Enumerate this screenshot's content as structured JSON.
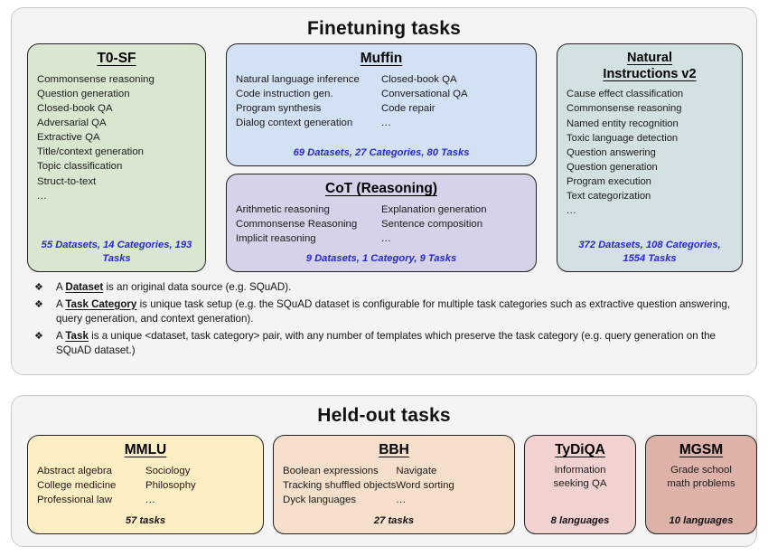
{
  "finetuning": {
    "title": "Finetuning tasks",
    "cards": [
      {
        "name": "t0-sf",
        "title": "T0-SF",
        "color": "#d9e7d1",
        "items_col1": [
          "Commonsense reasoning",
          "Question generation",
          "Closed-book QA",
          "Adversarial QA",
          "Extractive QA",
          "Title/context generation",
          "Topic classification",
          "Struct-to-text",
          "..."
        ],
        "stat": "55 Datasets, 14 Categories, 193 Tasks"
      },
      {
        "name": "muffin",
        "title": "Muffin",
        "color": "#d3e1f4",
        "items_col1": [
          "Natural language inference",
          "Code instruction gen.",
          "Program synthesis",
          "Dialog context generation"
        ],
        "items_col2": [
          "Closed-book QA",
          "Conversational QA",
          "Code repair",
          "..."
        ],
        "stat": "69 Datasets, 27 Categories, 80 Tasks"
      },
      {
        "name": "cot-reasoning",
        "title": "CoT (Reasoning)",
        "color": "#d6d2ea",
        "items_col1": [
          "Arithmetic reasoning",
          "Commonsense Reasoning",
          "Implicit reasoning"
        ],
        "items_col2": [
          "Explanation generation",
          "Sentence composition",
          "..."
        ],
        "stat": "9 Datasets, 1 Category, 9 Tasks"
      },
      {
        "name": "natural-instructions-v2",
        "title_line1": "Natural",
        "title_line2": "Instructions v2",
        "color": "#d3e0e4",
        "items_col1": [
          "Cause effect classification",
          "Commonsense reasoning",
          "Named entity recognition",
          "Toxic language detection",
          "Question answering",
          "Question generation",
          "Program execution",
          "Text categorization",
          "..."
        ],
        "stat": "372 Datasets, 108 Categories, 1554 Tasks"
      }
    ],
    "bullets": [
      {
        "marker": "❖",
        "prefix": "A ",
        "term": "Dataset",
        "suffix": " is an original data source (e.g. SQuAD)."
      },
      {
        "marker": "❖",
        "prefix": "A ",
        "term": "Task Category",
        "suffix": " is unique task setup (e.g. the SQuAD dataset is configurable for multiple task categories such as extractive question answering, query generation, and context generation)."
      },
      {
        "marker": "❖",
        "prefix": "A ",
        "term": "Task",
        "suffix": " is a unique <dataset, task category> pair, with any number of templates which preserve the task category (e.g. query generation on the SQuAD dataset.)"
      }
    ]
  },
  "heldout": {
    "title": "Held-out tasks",
    "cards": [
      {
        "name": "mmlu",
        "title": "MMLU",
        "color": "#fdeec4",
        "items_col1": [
          "Abstract algebra",
          "College medicine",
          "Professional law"
        ],
        "items_col2": [
          "Sociology",
          "Philosophy",
          "..."
        ],
        "stat": "57 tasks"
      },
      {
        "name": "bbh",
        "title": "BBH",
        "color": "#f7e0cb",
        "items_col1": [
          "Boolean expressions",
          "Tracking shuffled objects",
          "Dyck languages"
        ],
        "items_col2": [
          "Navigate",
          "Word sorting",
          "..."
        ],
        "stat": "27 tasks"
      },
      {
        "name": "tydiqa",
        "title": "TyDiQA",
        "color": "#f1d2d0",
        "items_centered": [
          "Information",
          "seeking QA"
        ],
        "stat": "8 languages"
      },
      {
        "name": "mgsm",
        "title": "MGSM",
        "color": "#dcb2a9",
        "items_centered": [
          "Grade school",
          "math problems"
        ],
        "stat": "10 languages"
      }
    ]
  },
  "colors": {
    "panel_background": "#f4f4f4",
    "panel_border": "#c9c9c9",
    "card_border": "#222222",
    "stat_blue": "#2727d6",
    "stat_dark": "#111111",
    "text": "#1a1a1a"
  }
}
